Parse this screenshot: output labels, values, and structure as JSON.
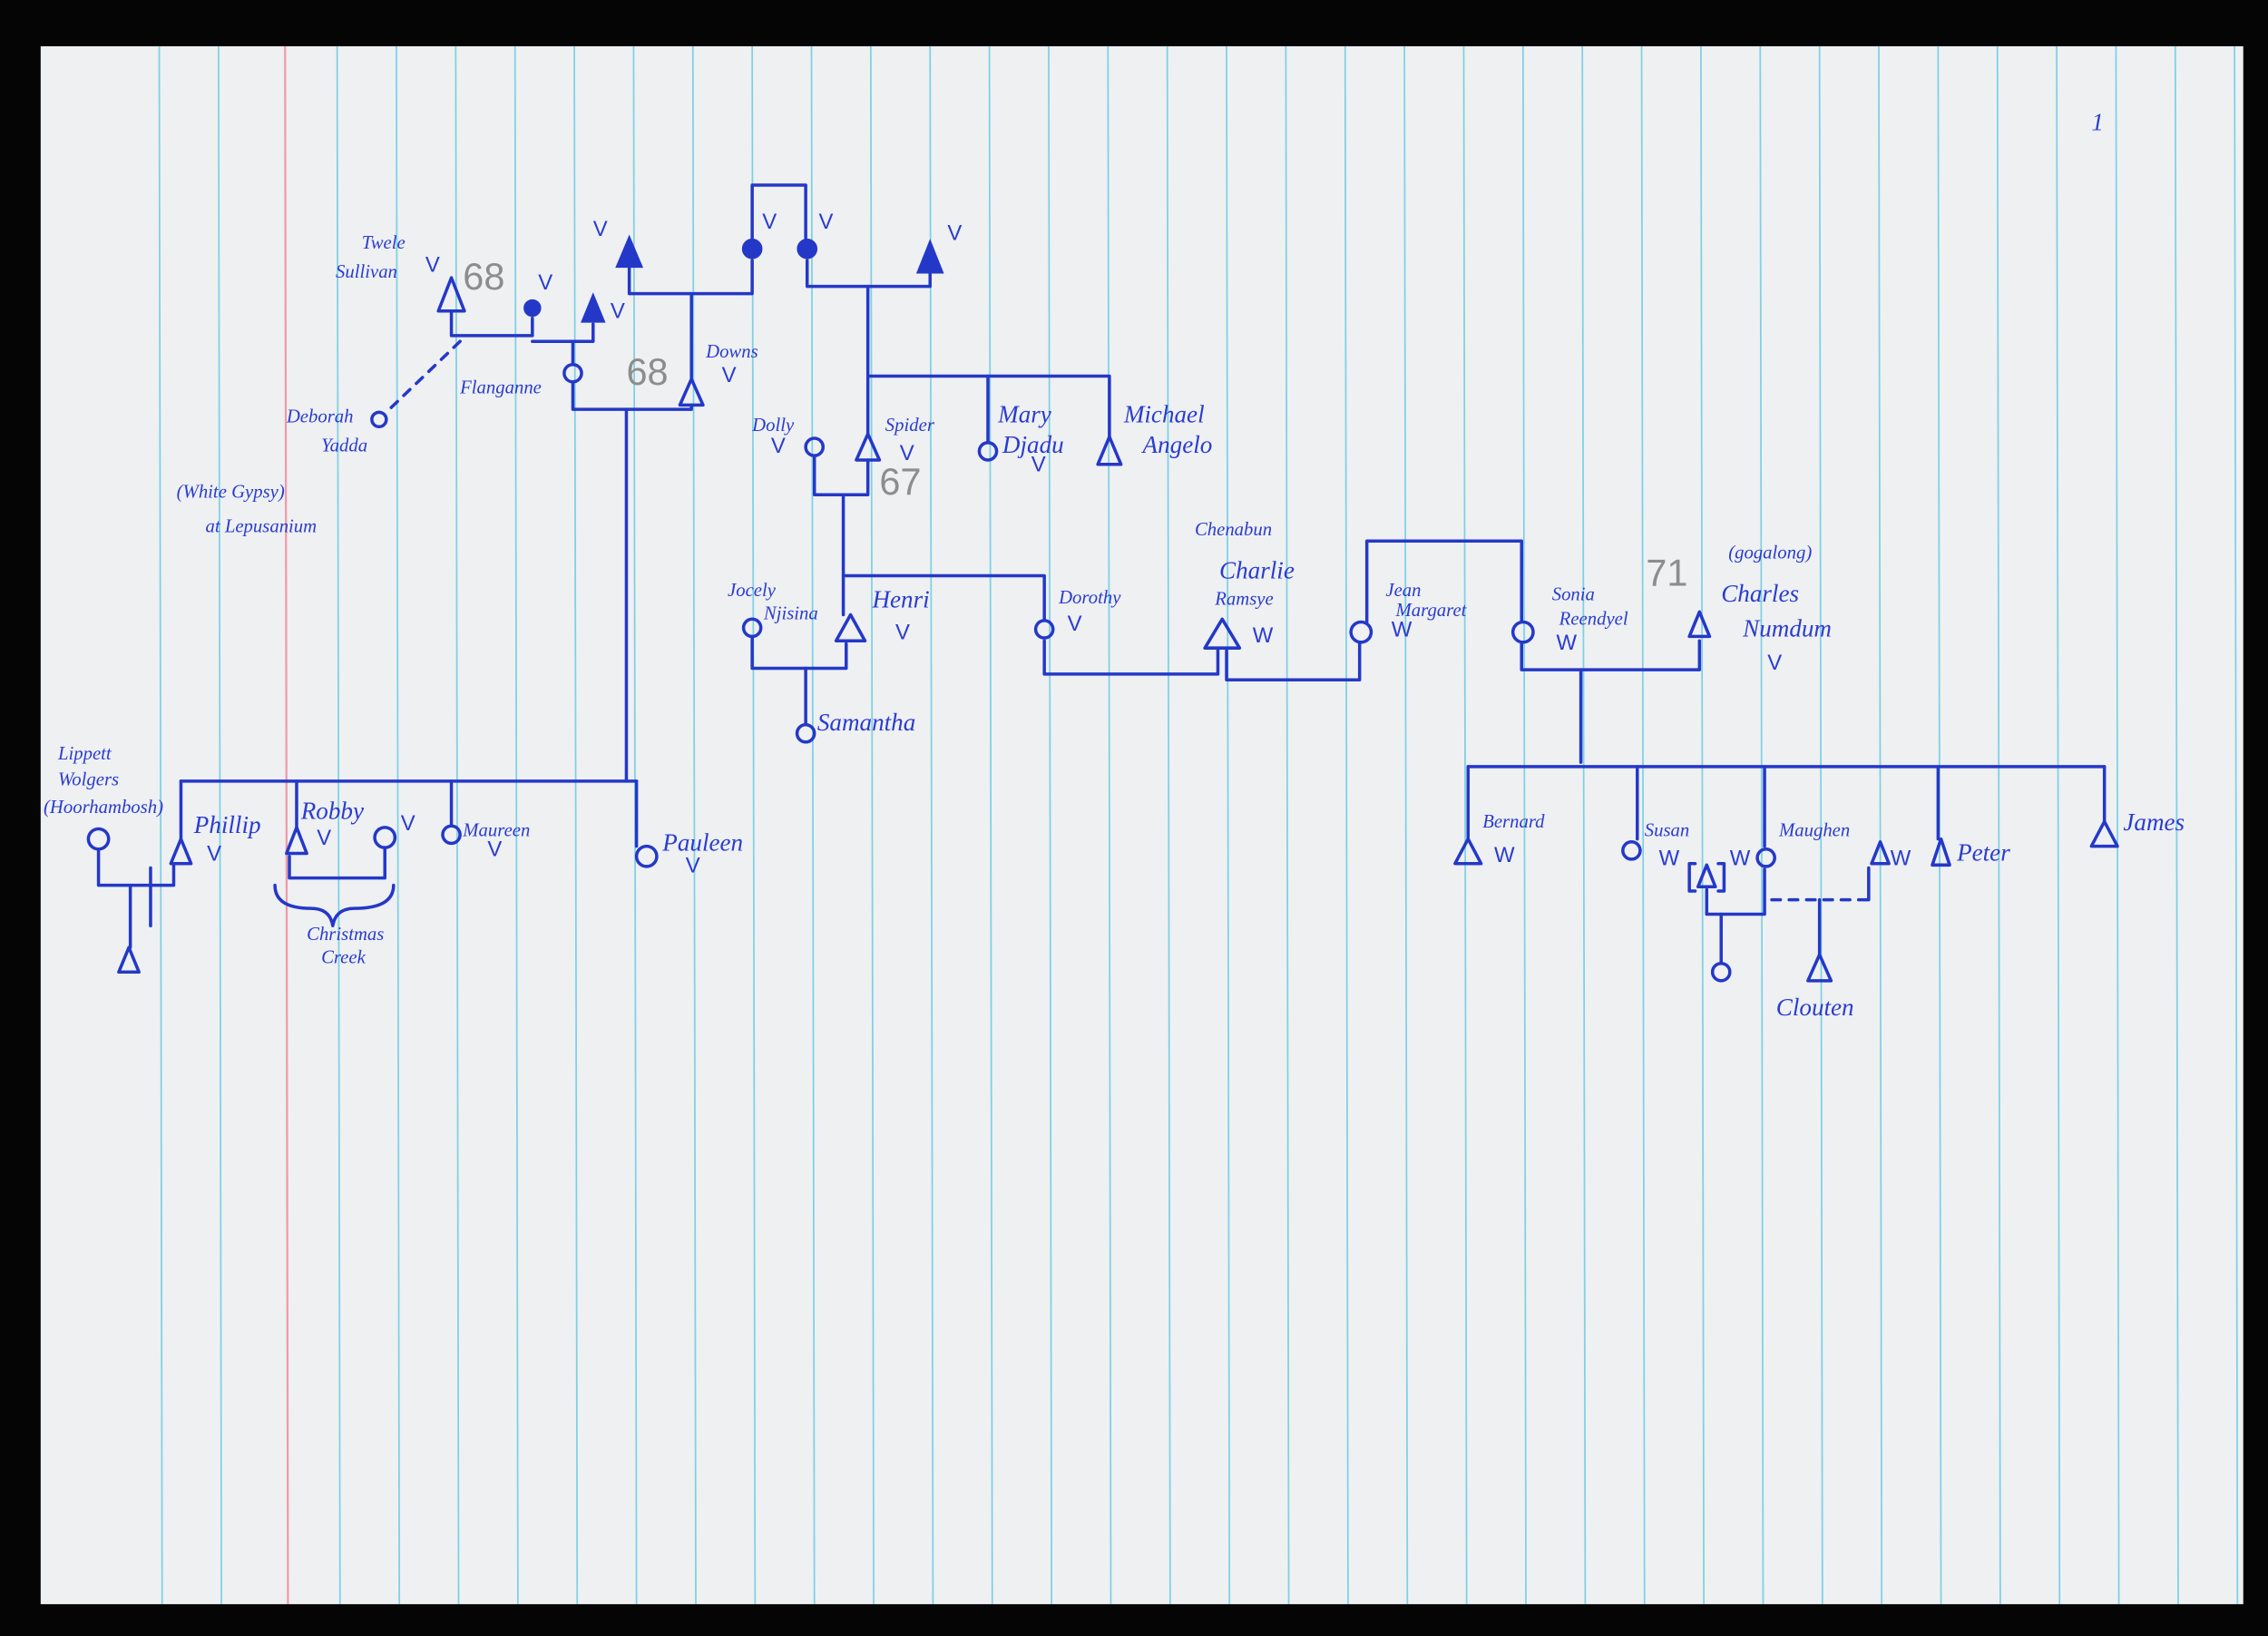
{
  "page_number": "1",
  "colors": {
    "ink": "#2438c8",
    "paper": "#eef0f2",
    "rule": "#7fd0e4",
    "margin": "#f09aa8",
    "pencil": "#8d8d8d"
  },
  "marks": {
    "v": "V",
    "w": "W"
  },
  "pencil_numbers": [
    "68",
    "68",
    "67",
    "71"
  ],
  "people": {
    "twele_sullivan": [
      "Twele",
      "Sullivan"
    ],
    "flanganne": "Flanganne",
    "downs": "Downs",
    "deborah_yadda": [
      "Deborah",
      "Yadda"
    ],
    "deborah_note": [
      "(White Gypsy)",
      "at Lepusanium"
    ],
    "dolly": "Dolly",
    "spider": "Spider",
    "mary_djadu": [
      "Mary",
      "Djadu"
    ],
    "michael_angelo": [
      "Michael",
      "Angelo"
    ],
    "jocely_njisina": [
      "Jocely",
      "Njisina"
    ],
    "henri": "Henri",
    "samantha": "Samantha",
    "dorothy": "Dorothy",
    "charlie_ramsye": [
      "Chenabun",
      "Charlie",
      "Ramsye"
    ],
    "jean_margaret": [
      "Jean",
      "Margaret"
    ],
    "sonia_reendyel": [
      "Sonia",
      "Reendyel"
    ],
    "charles_numdum": [
      "(gogalong)",
      "Charles",
      "Numdum"
    ],
    "bernard": "Bernard",
    "susan": "Susan",
    "maughen": "Maughen",
    "peter": "Peter",
    "james": "James",
    "clouten": "Clouten",
    "lippett_wolgers": [
      "Lippett",
      "Wolgers",
      "(Hoorhambosh)"
    ],
    "phillip": "Phillip",
    "robby": "Robby",
    "christmas_creek": [
      "Christmas",
      "Creek"
    ],
    "maureen": "Maureen",
    "pauleen": "Pauleen"
  }
}
